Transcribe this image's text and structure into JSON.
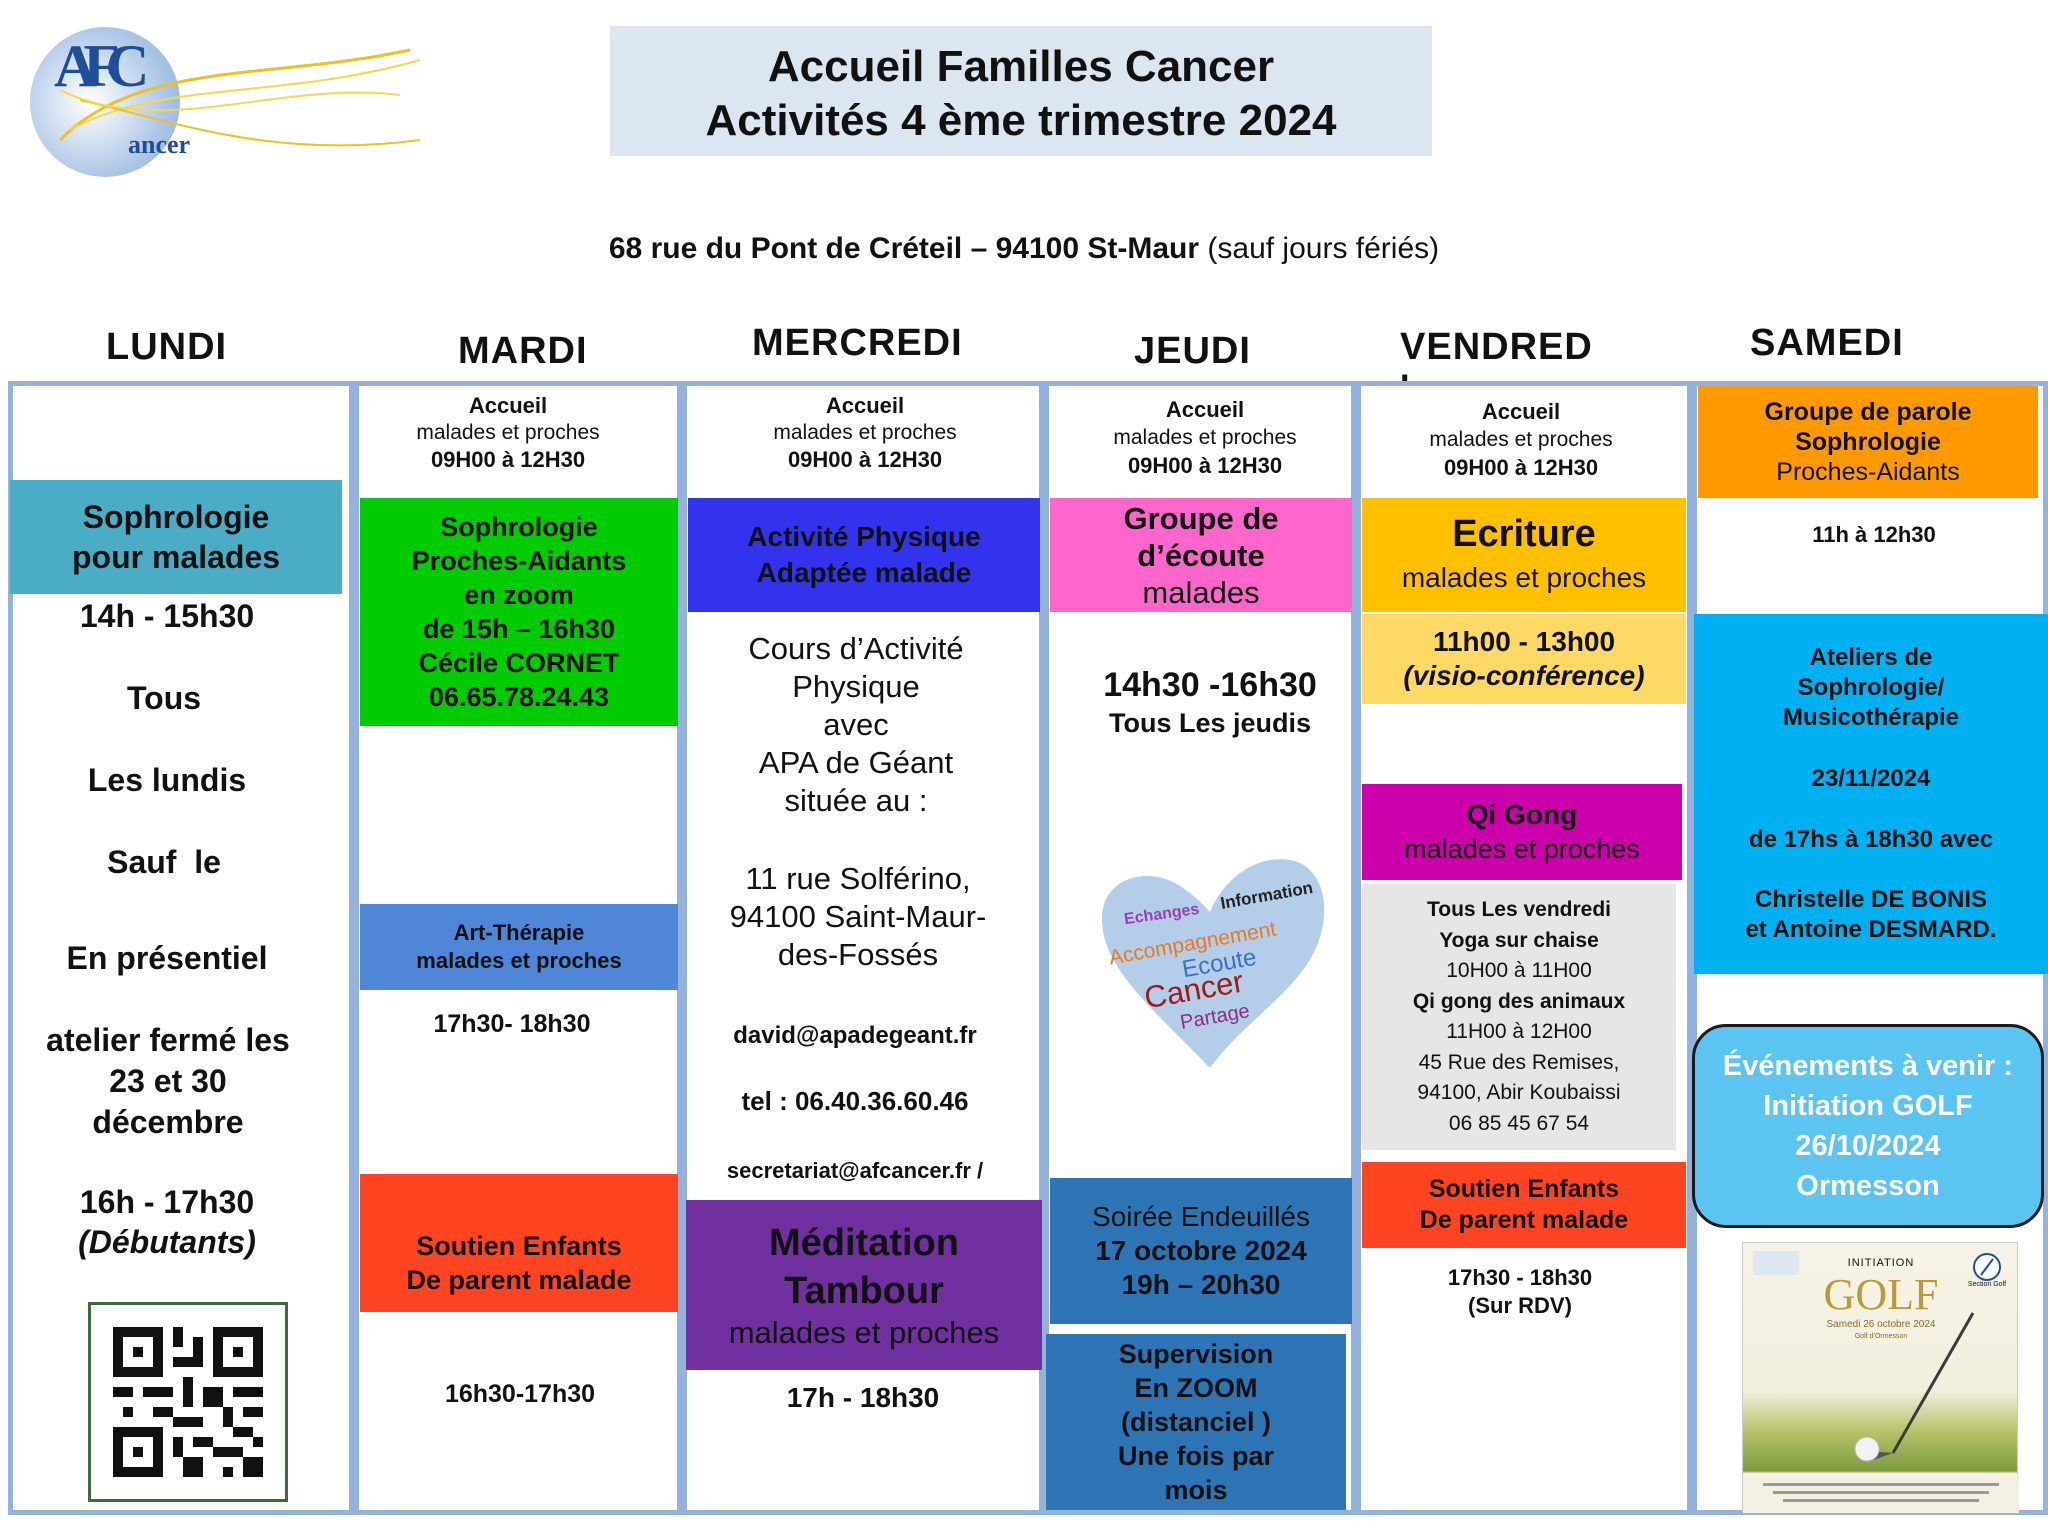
{
  "logo": {
    "brand_letters": "AFC",
    "brand_word": "ancer"
  },
  "header": {
    "title_line1": "Accueil Familles Cancer",
    "title_line2": "Activités 4 ème trimestre 2024",
    "address_bold": "68 rue du Pont de Créteil – 94100 St-Maur",
    "address_note": "(sauf jours fériés)"
  },
  "days": {
    "lundi": "LUNDI",
    "mardi": "MARDI",
    "mercredi": "MERCREDI",
    "jeudi": "JEUDI",
    "vendredi": "VENDRED",
    "vendredi_i": "I",
    "samedi": "SAMEDI"
  },
  "accueil": {
    "l1": "Accueil",
    "l2": "malades et proches",
    "l3": "09H00 à 12H30"
  },
  "lundi": {
    "soph_l1": "Sophrologie",
    "soph_l2": "pour malades",
    "time1": "14h - 15h30",
    "tous": "Tous",
    "lundis": "Les lundis",
    "sauf": "Sauf  le",
    "presentiel": "En présentiel",
    "ferme_l1": "atelier fermé les",
    "ferme_l2": "23 et 30",
    "ferme_l3": "décembre",
    "time2": "16h - 17h30",
    "debutants": "(Débutants)"
  },
  "mardi": {
    "soph": [
      "Sophrologie",
      "Proches-Aidants",
      "en zoom",
      "de 15h – 16h30",
      "Cécile CORNET",
      "06.65.78.24.43"
    ],
    "art_l1": "Art-Thérapie",
    "art_l2": "malades et proches",
    "art_time": "17h30- 18h30",
    "soutien_l1": "Soutien Enfants",
    "soutien_l2": "De parent malade",
    "soutien_time": "16h30-17h30"
  },
  "mercredi": {
    "apa_l1": "Activité Physique",
    "apa_l2": "Adaptée malade",
    "cours": [
      "Cours d’Activité",
      "Physique",
      "avec",
      "APA de Géant",
      "située au :"
    ],
    "adresse": [
      "11 rue Solférino,",
      "94100 Saint-Maur-",
      "des-Fossés"
    ],
    "email": "david@apadegeant.fr",
    "tel": "tel : 06.40.36.60.46",
    "secretariat": "secretariat@afcancer.fr /",
    "medit_l1": "Méditation",
    "medit_l2": "Tambour",
    "medit_l3": "malades et proches",
    "medit_time": "17h - 18h30"
  },
  "jeudi": {
    "groupe_l1": "Groupe de",
    "groupe_l2": "d’écoute",
    "groupe_l3": "malades",
    "time": "14h30 -16h30",
    "tous": "Tous Les jeudis",
    "heart_words": {
      "w1": "Echanges",
      "w2": "Information",
      "w3": "Accompagnement",
      "w4": "Ecoute",
      "w5": "Cancer",
      "w6": "Partage"
    },
    "soiree": [
      "Soirée Endeuillés",
      "17 octobre 2024",
      "19h – 20h30"
    ],
    "supervision": [
      "Supervision",
      "En ZOOM",
      "(distanciel )",
      "Une fois par",
      "mois"
    ]
  },
  "vendredi": {
    "ecriture_l1": "Ecriture",
    "ecriture_l2": "malades et proches",
    "visio_l1": "11h00 - 13h00",
    "visio_l2": "(visio-conférence)",
    "qigong_l1": "Qi Gong",
    "qigong_l2": "malades et proches",
    "details": [
      "Tous Les vendredi",
      "Yoga sur chaise",
      "10H00 à 11H00",
      "Qi gong des animaux",
      "11H00 à 12H00",
      "45 Rue des Remises,",
      "94100, Abir Koubaissi",
      "06 85 45 67 54"
    ],
    "soutien_l1": "Soutien Enfants",
    "soutien_l2": "De parent malade",
    "soutien_time": "17h30 - 18h30",
    "soutien_rdv": "(Sur RDV)"
  },
  "samedi": {
    "groupe": [
      "Groupe de parole",
      "Sophrologie",
      "Proches-Aidants"
    ],
    "groupe_time": "11h à 12h30",
    "ateliers": [
      "Ateliers de",
      "Sophrologie/",
      "Musicothérapie"
    ],
    "date": "23/11/2024",
    "horaire": "de 17hs à 18h30 avec",
    "noms": [
      "Christelle DE BONIS",
      "et Antoine DESMARD."
    ],
    "evenements": [
      "Événements à venir :",
      "Initiation GOLF",
      "26/10/2024",
      "Ormesson"
    ],
    "poster": {
      "initiation": "INITIATION",
      "golf": "GOLF",
      "date": "Samedi 26 octobre 2024",
      "lieu": "Golf d’Ormesson",
      "section": "Section Golf"
    }
  },
  "colors": {
    "col_border": "#93b3dc",
    "teal": "#4bacc6",
    "green": "#00cc00",
    "blue_strong": "#3333ee",
    "pink": "#ff66cc",
    "yellow": "#ffc000",
    "light_yellow": "#ffd966",
    "magenta": "#cc00aa",
    "orange": "#ff9900",
    "sky": "#00b0f0",
    "red_orange": "#ff4422",
    "art_blue": "#4f86d8",
    "purple": "#7030a0",
    "steel": "#2e75b6",
    "light_grey": "#e6e6e6",
    "event_blue": "#5bc4f0"
  }
}
